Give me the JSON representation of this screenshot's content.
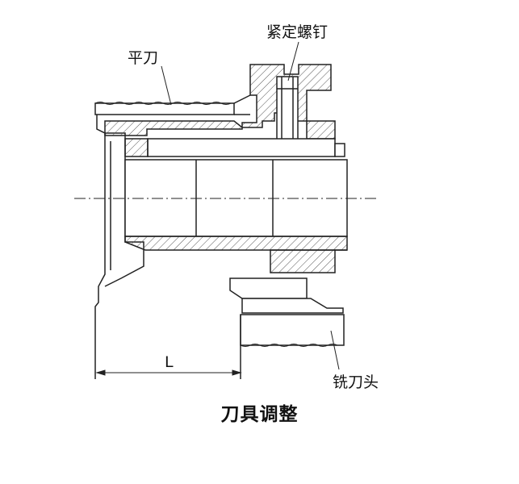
{
  "labels": {
    "flat_knife": "平刀",
    "set_screw": "紧定螺钉",
    "milling_head": "铣刀头",
    "dimension": "L"
  },
  "caption": "刀具调整",
  "colors": {
    "line": "#222222",
    "hatch": "#555555",
    "background": "#ffffff"
  }
}
